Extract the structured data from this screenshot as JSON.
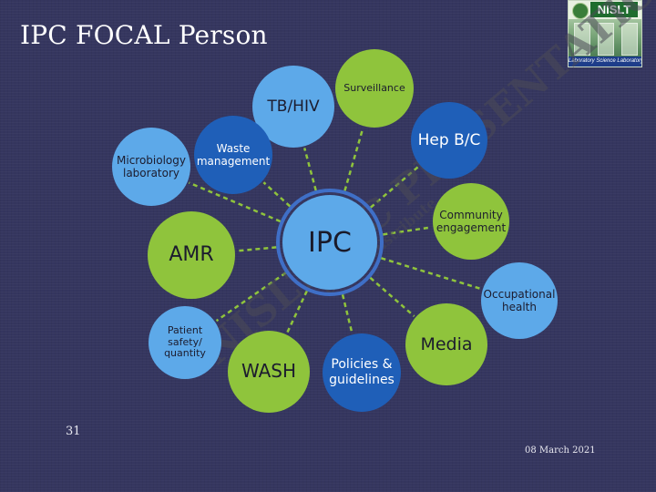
{
  "slide": {
    "title": "IPC FOCAL Person",
    "page_number": "31",
    "date": "08 March 2021"
  },
  "logo": {
    "text": "NISLT",
    "tagline": "Laboratory Science Laboratory Training"
  },
  "watermark": {
    "main_text": "NISLT IPC PRESENTATIONS",
    "sub_text": "Do not Distribute"
  },
  "diagram": {
    "center": {
      "label": "IPC",
      "color": "#5da9e9",
      "ring_color": "#3f6fc7"
    },
    "connector_color": "#8fc43c",
    "nodes": [
      {
        "id": "surveillance",
        "label": "Surveillance",
        "color": "#8fc43c"
      },
      {
        "id": "tb-hiv",
        "label": "TB/HIV",
        "color": "#5da9e9"
      },
      {
        "id": "hep-bc",
        "label": "Hep B/C",
        "color": "#1f5fb8"
      },
      {
        "id": "waste-management",
        "label": "Waste management",
        "color": "#1f5fb8"
      },
      {
        "id": "microbiology-laboratory",
        "label": "Microbiology laboratory",
        "color": "#5da9e9"
      },
      {
        "id": "community-engagement",
        "label": "Community engagement",
        "color": "#8fc43c"
      },
      {
        "id": "amr",
        "label": "AMR",
        "color": "#8fc43c"
      },
      {
        "id": "occupational-health",
        "label": "Occupational health",
        "color": "#5da9e9"
      },
      {
        "id": "patient-safety",
        "label": "Patient safety/ quantity",
        "color": "#5da9e9"
      },
      {
        "id": "media",
        "label": "Media",
        "color": "#8fc43c"
      },
      {
        "id": "wash",
        "label": "WASH",
        "color": "#8fc43c"
      },
      {
        "id": "policies-guidelines",
        "label": "Policies & guidelines",
        "color": "#1f5fb8"
      }
    ]
  }
}
